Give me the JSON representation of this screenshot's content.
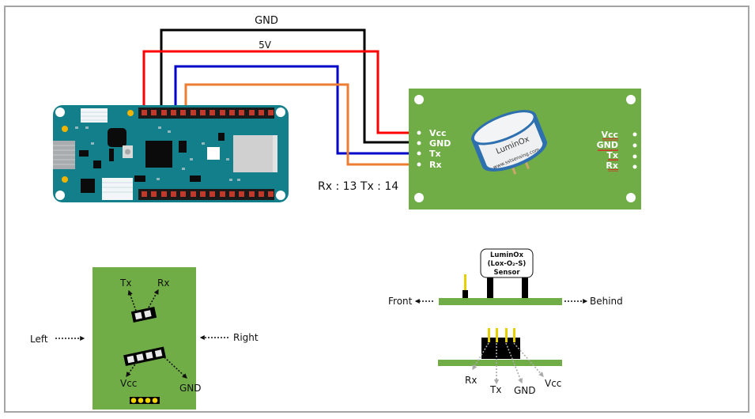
{
  "diagram": {
    "wires": {
      "gnd_label": "GND",
      "v5_label": "5V",
      "colors": {
        "gnd": "#000000",
        "v5": "#ff0000",
        "tx": "#0000c8",
        "rx": "#ed7d31"
      }
    },
    "arduino_board": {
      "name": "Arduino MKR board",
      "color": "#137f8a"
    },
    "pin_note": "Rx : 13 Tx : 14",
    "sensor_module": {
      "color": "#70ad47",
      "left_pins": [
        "Vcc",
        "GND",
        "Tx",
        "Rx"
      ],
      "right_pins": [
        "Vcc",
        "GND",
        "Tx",
        "Rx"
      ],
      "sensor_brand": "LuminOx",
      "sensor_url": "www.sstsensing.com"
    },
    "top_view": {
      "left_label": "Left",
      "right_label": "Right",
      "upper_header": [
        "Tx",
        "Rx"
      ],
      "lower_header": [
        "Vcc",
        "GND"
      ]
    },
    "side_view": {
      "front_label": "Front",
      "behind_label": "Behind",
      "sensor_box": [
        "LuminOx",
        "(Lox-O₂-S)",
        "Sensor"
      ]
    },
    "pin_view": {
      "labels": [
        "Rx",
        "Tx",
        "GND",
        "Vcc"
      ]
    }
  }
}
